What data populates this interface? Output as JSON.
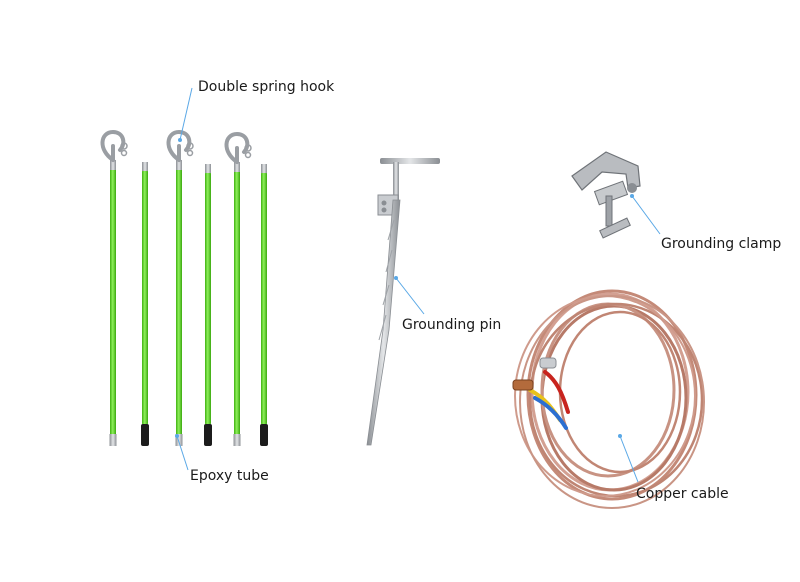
{
  "labels": {
    "hook": "Double spring hook",
    "epoxy": "Epoxy tube",
    "pin": "Grounding pin",
    "clamp": "Grounding clamp",
    "cable": "Copper cable"
  },
  "colors": {
    "rod_green": "#5ed424",
    "rod_highlight": "#9bf06a",
    "metal": "#b9bcc0",
    "metal_dark": "#7d8186",
    "cap_black": "#1c1c1c",
    "cable_copper": "#c48a78",
    "callout_line": "#5aa8e6",
    "wire_red": "#c8241e",
    "wire_yellow": "#e9c21c",
    "wire_blue": "#2c6fd1"
  },
  "icons": [
    "spring-hook-icon",
    "epoxy-rod-icon",
    "grounding-pin-icon",
    "grounding-clamp-icon",
    "copper-cable-icon"
  ]
}
